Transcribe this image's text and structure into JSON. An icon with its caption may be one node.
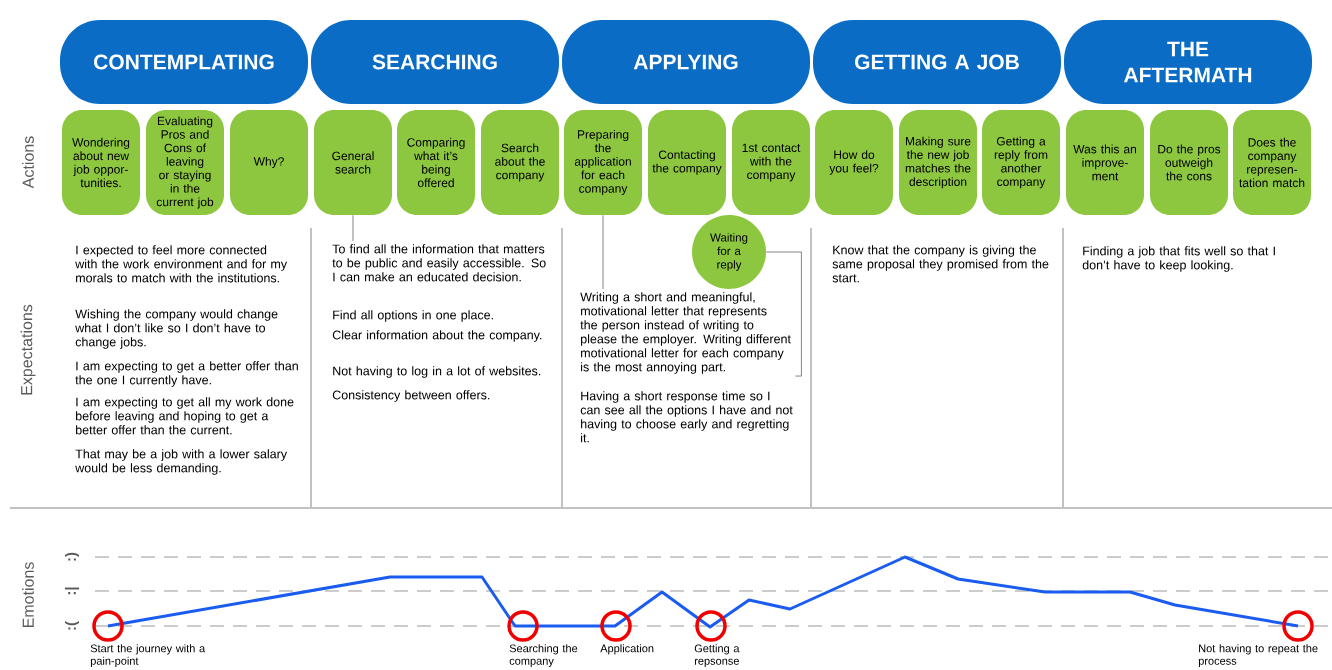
{
  "diagram": {
    "nodes": [
      {
        "text": [
          "CONTEMPLATING"
        ]
      },
      {
        "text": [
          "SEARCHING"
        ]
      },
      {
        "text": [
          "APPLYING"
        ]
      },
      {
        "text": [
          "GETTING A JOB"
        ]
      },
      {
        "text": [
          "THE AFTERMATH"
        ]
      },
      {
        "text": [
          "Wondering about new job oppor-tunities."
        ]
      },
      {
        "text": [
          "Evaluating Pros and Cons of leaving or staying in the current job"
        ]
      },
      {
        "text": [
          "Why?"
        ]
      },
      {
        "text": [
          "General search"
        ]
      },
      {
        "text": [
          "Comparing what it’s being offered"
        ]
      },
      {
        "text": [
          "Search about the company"
        ]
      },
      {
        "text": [
          "Preparing the application for each company"
        ]
      },
      {
        "text": [
          "Contacting the company"
        ]
      },
      {
        "text": [
          "1st contact with the company"
        ]
      },
      {
        "text": [
          "How do you feel?"
        ]
      },
      {
        "text": [
          "Making sure the new job matches the description"
        ]
      },
      {
        "text": [
          "Getting a reply from another company"
        ]
      },
      {
        "text": [
          "Was this an improve-ment"
        ]
      },
      {
        "text": [
          "Do the pros outweigh the cons"
        ]
      },
      {
        "text": [
          "Does the company represen-tation match"
        ]
      },
      {
        "text": [
          "Waiting for a reply"
        ]
      },
      {
        "text": [
          "To find all the information that matters to be public and easily accessible. So I can make an educated decision."
        ]
      },
      {
        "text": [
          "Writing a short and meaningful, motivational letter that represents the person instead of writing to please the employer. Writing different motivational letter for each company is the most annoying part."
        ]
      }
    ],
    "edges": [
      {
        "from": 8,
        "to": 21,
        "arrow": "none"
      },
      {
        "from": 11,
        "to": 22,
        "arrow": "none"
      },
      {
        "from": 20,
        "to": 22,
        "arrow": "none"
      }
    ],
    "labels": [
      "Actions",
      "Expectations",
      "I expected to feel more connected with the work environment and for my morals to match with the institutions.",
      "Wishing the company would change what I don’t like so I don’t have to change jobs.",
      "I am expecting to get a better offer than the one I currently have.",
      "I am expecting to get all my work done before leaving and hoping to get a better offer than the current.",
      "That may be a job with a lower salary would be less demanding.",
      "Find all options in one place.",
      "Clear information about the company.",
      "Not having to log in a lot of websites.",
      "Consistency between offers.",
      "Having a short response time so I can see all the options I have and not having to choose early and regretting it.",
      "Know that the company is giving the same proposal they promised from the start.",
      "Finding a job that fits well so that I don’t have to keep looking.",
      "Emotions",
      ":)",
      ":|",
      ":(",
      "Start the journey with a pain-point",
      "Searching the company",
      "Application",
      "Getting a repsonse",
      "Not having to repeat the process"
    ]
  }
}
